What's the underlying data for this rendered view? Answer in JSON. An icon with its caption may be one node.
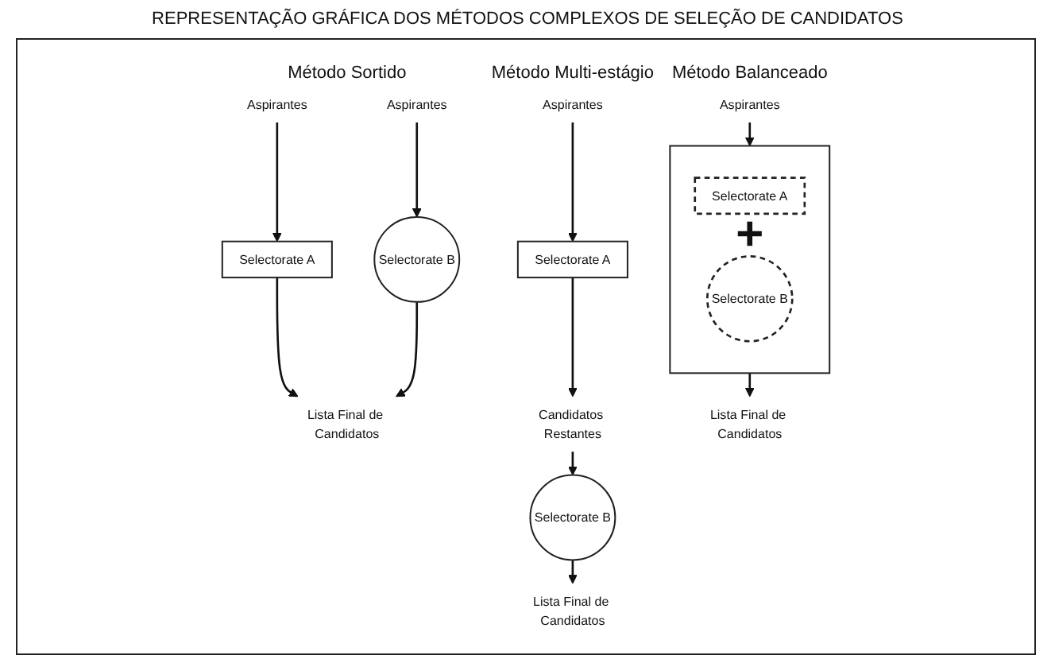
{
  "diagram": {
    "title": "REPRESENTAÇÃO GRÁFICA DOS MÉTODOS COMPLEXOS DE SELEÇÃO DE CANDIDATOS",
    "nodes": [
      {
        "text": [
          "Aspirantes"
        ]
      },
      {
        "text": [
          "Selectorate A"
        ]
      },
      {
        "text": [
          "Aspirantes"
        ]
      },
      {
        "text": [
          "Selectorate B"
        ]
      },
      {
        "text": [
          "Lista Final de Candidatos"
        ]
      },
      {
        "text": [
          "Aspirantes"
        ]
      },
      {
        "text": [
          "Selectorate A"
        ]
      },
      {
        "text": [
          "Candidatos Restantes"
        ]
      },
      {
        "text": [
          "Selectorate B"
        ]
      },
      {
        "text": [
          "Lista Final de Candidatos"
        ]
      },
      {
        "text": [
          "Aspirantes"
        ]
      },
      {
        "text": [],
        "shape": "box"
      },
      {
        "text": [
          "Selectorate A"
        ],
        "in": 11
      },
      {
        "text": [
          "Selectorate B"
        ],
        "in": 11
      },
      {
        "text": [
          "Lista Final de Candidatos"
        ]
      }
    ],
    "edges": [
      {
        "from": 0,
        "to": 1,
        "arrow": "to"
      },
      {
        "from": 2,
        "to": 3,
        "arrow": "to"
      },
      {
        "from": 1,
        "to": 4,
        "arrow": "to"
      },
      {
        "from": 3,
        "to": 4,
        "arrow": "to"
      },
      {
        "from": 5,
        "to": 6,
        "arrow": "to"
      },
      {
        "from": 6,
        "to": 7,
        "arrow": "to"
      },
      {
        "from": 7,
        "to": 8,
        "arrow": "to"
      },
      {
        "from": 8,
        "to": 9,
        "arrow": "to"
      },
      {
        "from": 10,
        "to": 11,
        "arrow": "to"
      },
      {
        "from": 11,
        "to": 14,
        "arrow": "to"
      }
    ],
    "labels": [
      "Método Sortido",
      "Método Multi-estágio",
      "Método Balanceado",
      "+"
    ]
  }
}
